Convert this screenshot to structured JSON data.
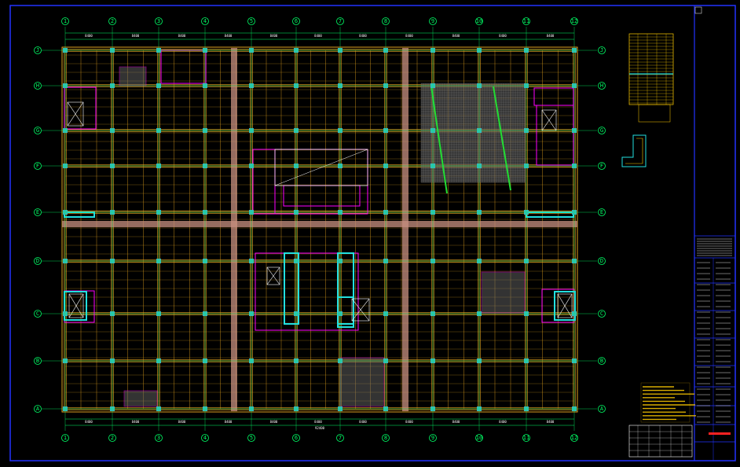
{
  "drawing": {
    "background": "#000000",
    "frame_color": "#2233ff",
    "grid_color": "#00ff66",
    "beam_color": "#e0a020",
    "wall_color": "#ff00ff",
    "column_color": "#33bbbb",
    "main_beam_color": "#c89080",
    "cyan_color": "#22e0e0",
    "note_color": "#ffcc00"
  },
  "axes": {
    "columns_top": [
      "1",
      "2",
      "3",
      "4",
      "5",
      "6",
      "7",
      "8",
      "9",
      "10",
      "11",
      "12"
    ],
    "columns_bottom": [
      "1",
      "2",
      "3",
      "4",
      "5",
      "6",
      "7",
      "8",
      "9",
      "10",
      "11",
      "12"
    ],
    "rows_left": [
      "J",
      "H",
      "G",
      "F",
      "E",
      "D",
      "C",
      "B",
      "A"
    ],
    "rows_right": [
      "J",
      "H",
      "G",
      "F",
      "E",
      "D",
      "C",
      "B",
      "A"
    ]
  },
  "dimensions": {
    "top_segments": [
      "8400",
      "8400",
      "8400",
      "8400",
      "8400",
      "8400",
      "8400",
      "8400",
      "8400",
      "8400",
      "8400"
    ],
    "bottom_segments": [
      "8400",
      "8400",
      "8400",
      "8400",
      "8400",
      "8400",
      "8400",
      "8400",
      "8400",
      "8400",
      "8400"
    ],
    "overall_bottom": "92400"
  }
}
